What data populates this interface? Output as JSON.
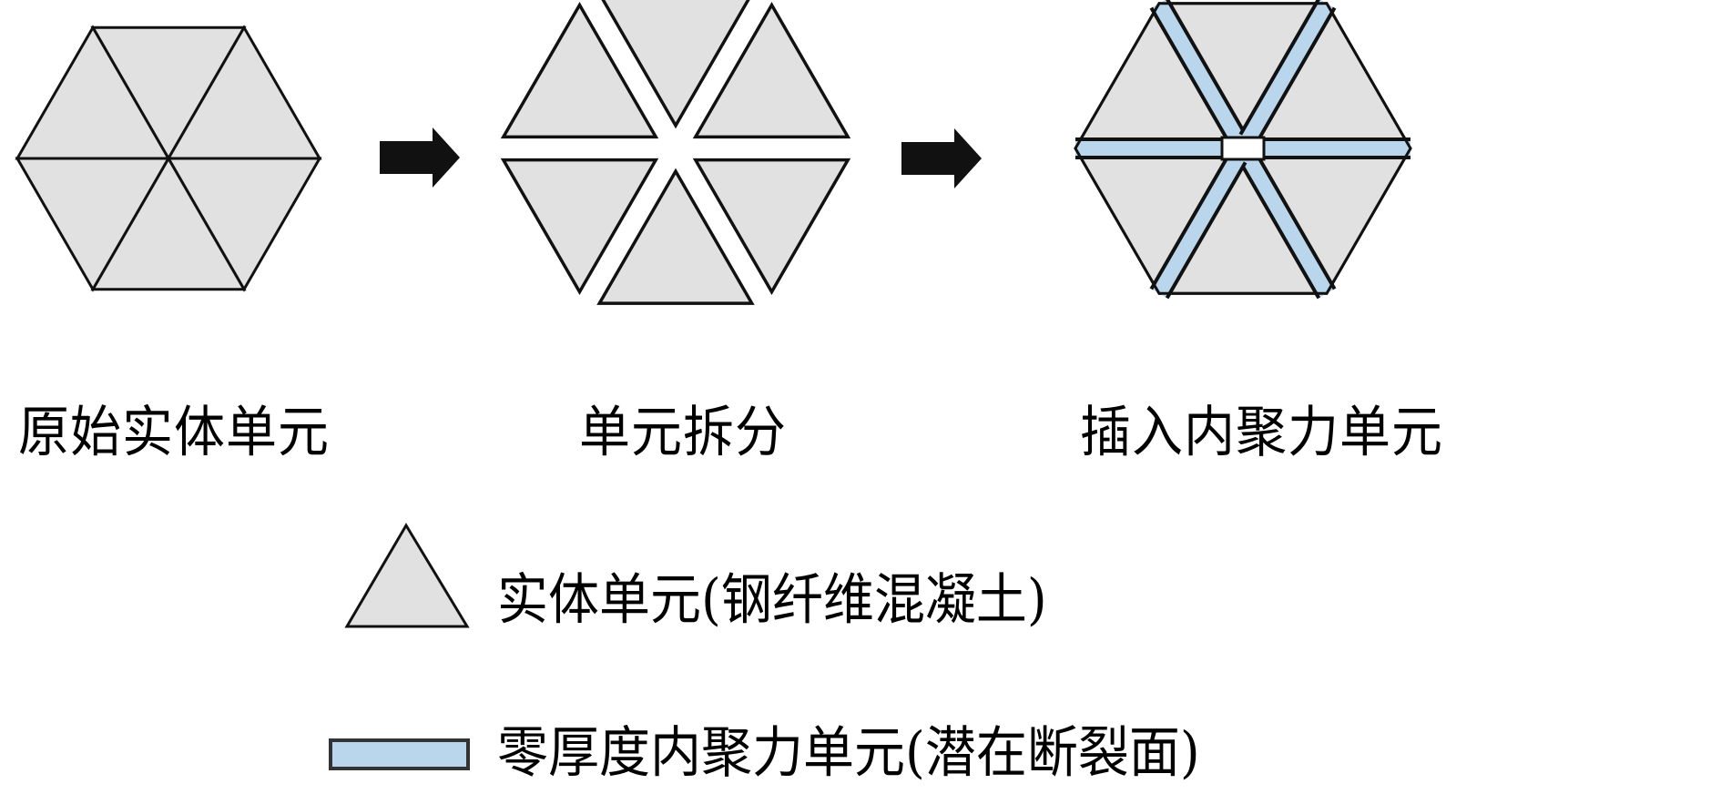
{
  "colors": {
    "solid_fill": "#e2e1e2",
    "cohesive_fill": "#b9d6ec",
    "stroke": "#111111",
    "arrow": "#111111",
    "background": "#ffffff"
  },
  "stages": [
    {
      "id": "original",
      "label": "原始实体单元"
    },
    {
      "id": "split",
      "label": "单元拆分"
    },
    {
      "id": "inserted",
      "label": "插入内聚力单元"
    }
  ],
  "arrows": [
    {
      "from": "original",
      "to": "split",
      "icon": "right-arrow-icon"
    },
    {
      "from": "split",
      "to": "inserted",
      "icon": "right-arrow-icon"
    }
  ],
  "legend": [
    {
      "symbol": "triangle",
      "label": "实体单元(钢纤维混凝土)"
    },
    {
      "symbol": "blue-rectangle",
      "label": "零厚度内聚力单元(潜在断裂面)"
    }
  ]
}
